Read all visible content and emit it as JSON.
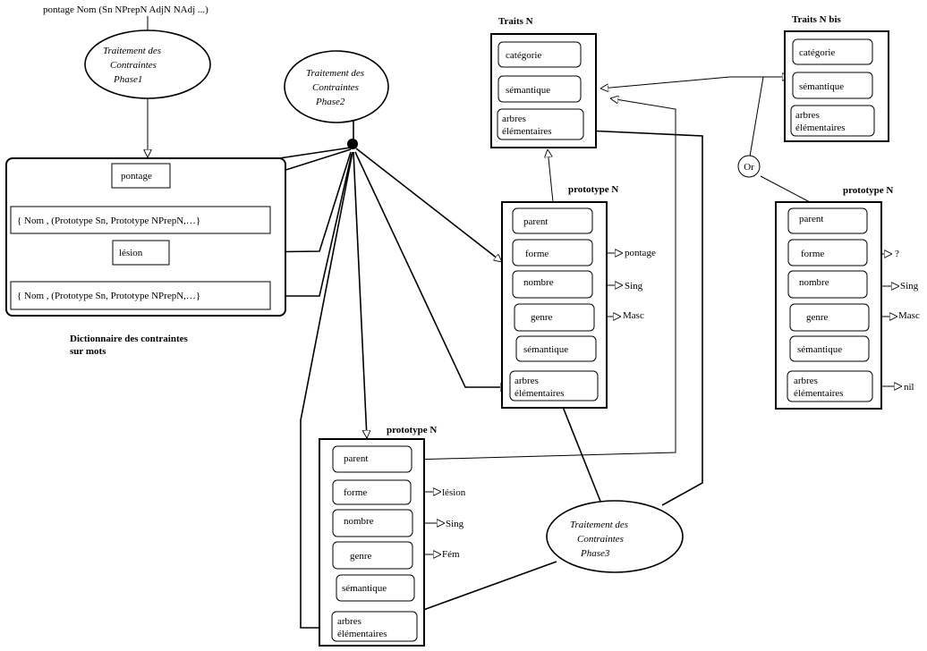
{
  "top_label": "pontage Nom (Sn NPrepN AdjN NAdj ...)",
  "phase1": {
    "line1": "Traitement des",
    "line2": "Contraintes",
    "line3": "Phase1"
  },
  "phase2": {
    "line1": "Traitement des",
    "line2": "Contraintes",
    "line3": "Phase2"
  },
  "phase3": {
    "line1": "Traitement des",
    "line2": "Contraintes",
    "line3": "Phase3"
  },
  "dictionary": {
    "title_line1": "Dictionnaire des contraintes",
    "title_line2": "sur mots",
    "word1": "pontage",
    "entry1": "{ Nom , (Prototype Sn, Prototype NPrepN,…}",
    "word2": "lésion",
    "entry2": "{ Nom , (Prototype Sn, Prototype NPrepN,…}"
  },
  "traits_n": {
    "title": "Traits N",
    "cat": "catégorie",
    "sem": "sémantique",
    "arb1": "arbres",
    "arb2": "élémentaires"
  },
  "traits_n_bis": {
    "title": "Traits N bis",
    "cat": "catégorie",
    "sem": "sémantique",
    "arb1": "arbres",
    "arb2": "élémentaires"
  },
  "or_label": "Or",
  "proto_center": {
    "title": "prototype N",
    "parent": "parent",
    "forme": "forme",
    "forme_val": "pontage",
    "nombre": "nombre",
    "nombre_val": "Sing",
    "genre": "genre",
    "genre_val": "Masc",
    "sem": "sémantique",
    "arb1": "arbres",
    "arb2": "élémentaires"
  },
  "proto_right": {
    "title": "prototype N",
    "parent": "parent",
    "forme": "forme",
    "forme_val": "?",
    "nombre": "nombre",
    "nombre_val": "Sing",
    "genre": "genre",
    "genre_val": "Masc",
    "sem": "sémantique",
    "arb1": "arbres",
    "arb2": "élémentaires",
    "arb_val": "nil"
  },
  "proto_bottom": {
    "title": "prototype N",
    "parent": "parent",
    "forme": "forme",
    "forme_val": "lésion",
    "nombre": "nombre",
    "nombre_val": "Sing",
    "genre": "genre",
    "genre_val": "Fém",
    "sem": "sémantique",
    "arb1": "arbres",
    "arb2": "élémentaires"
  }
}
